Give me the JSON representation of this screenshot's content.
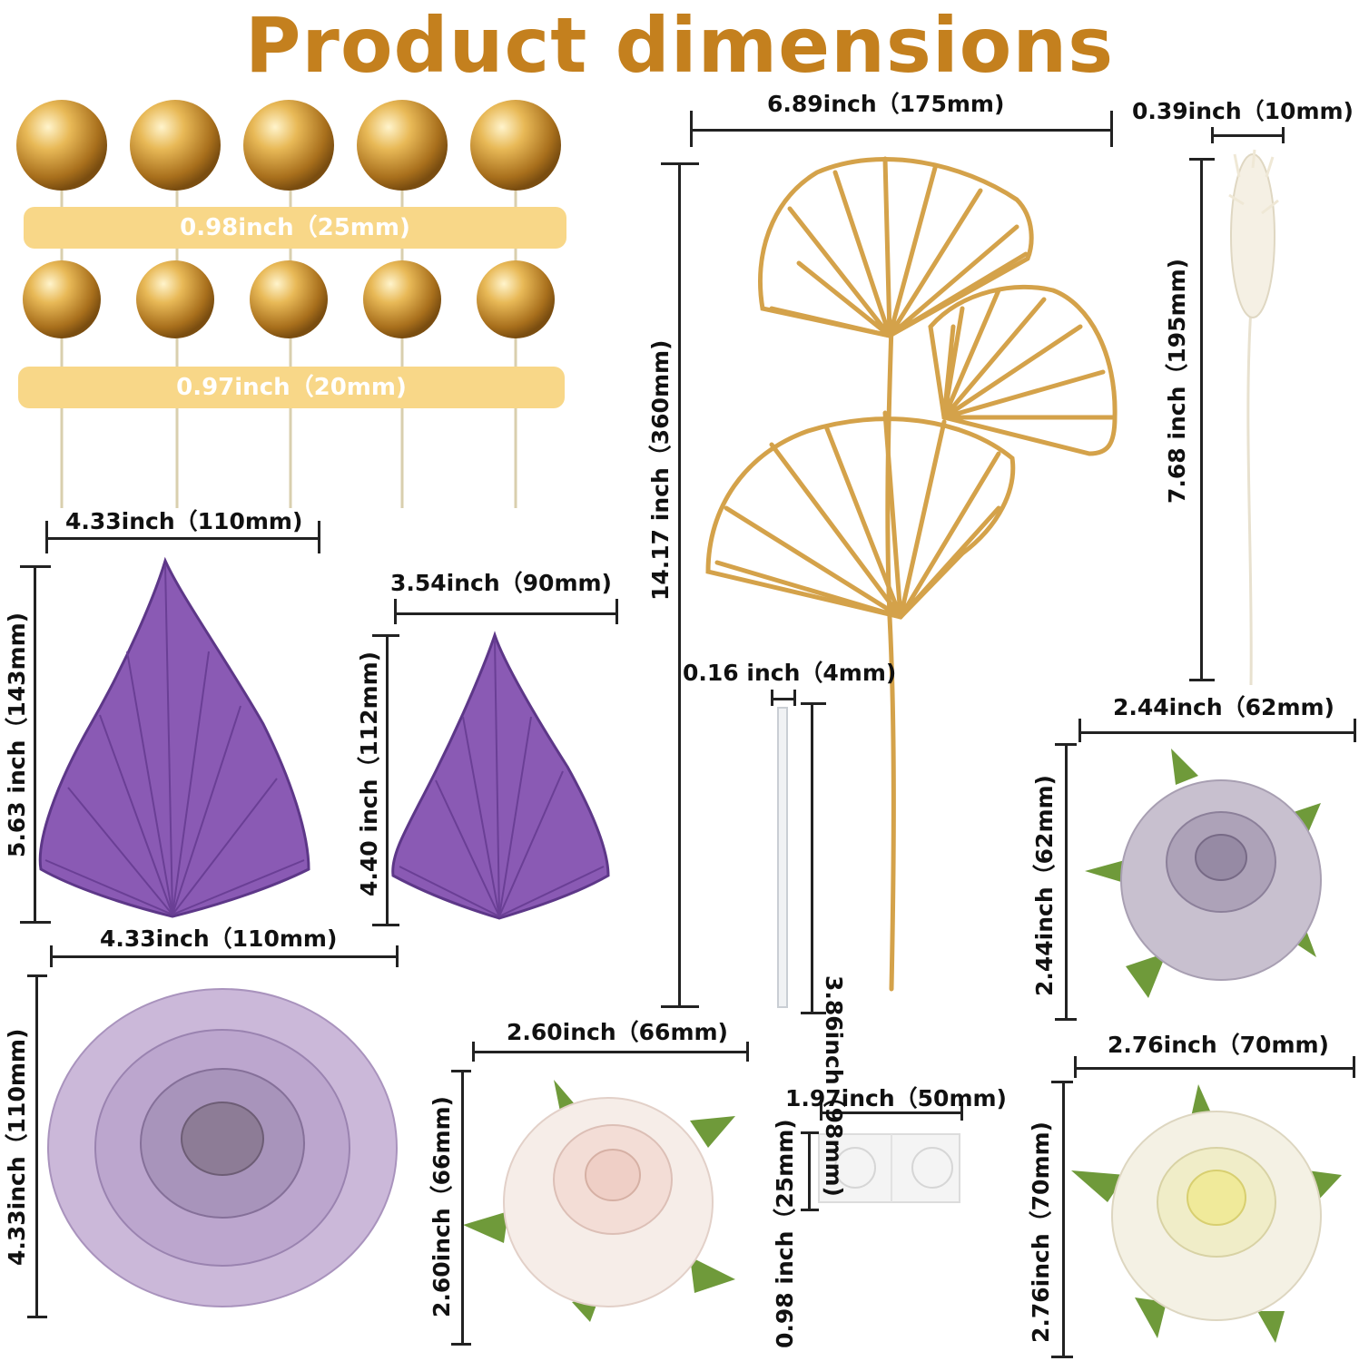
{
  "title": "Product dimensions",
  "pearls": {
    "band_large": "0.98inch（25mm)",
    "band_small": "0.97inch（20mm)"
  },
  "labels": {
    "ginkgo_width": "6.89inch（175mm)",
    "ginkgo_height": "14.17 inch（360mm)",
    "grass_width": "0.39inch（10mm)",
    "grass_height": "7.68 inch（195mm)",
    "palm_large_width": "4.33inch（110mm)",
    "palm_large_height": "5.63 inch（143mm)",
    "palm_small_width": "3.54inch（90mm)",
    "palm_small_height": "4.40 inch（112mm)",
    "stick_width": "0.16 inch（4mm)",
    "stick_height": "3.86inch（98mm)",
    "rose_purple_width": "2.44inch（62mm)",
    "rose_purple_height": "2.44inch（62mm)",
    "dahlia_width": "4.33inch（110mm)",
    "dahlia_height": "4.33inch（110mm)",
    "rose_pink_width": "2.60inch（66mm)",
    "rose_pink_height": "2.60inch（66mm)",
    "dots_width": "1.97inch（50mm)",
    "dots_height": "0.98 inch（25mm)",
    "rose_white_width": "2.76inch（70mm)",
    "rose_white_height": "2.76inch（70mm)"
  },
  "colors": {
    "title": "#c4801e",
    "band": "#f8d788",
    "gold": "#d4a24a",
    "purple_palm": "#8a5ab4",
    "lavender": "#b9a2c8",
    "leaf": "#6f9a3a"
  }
}
